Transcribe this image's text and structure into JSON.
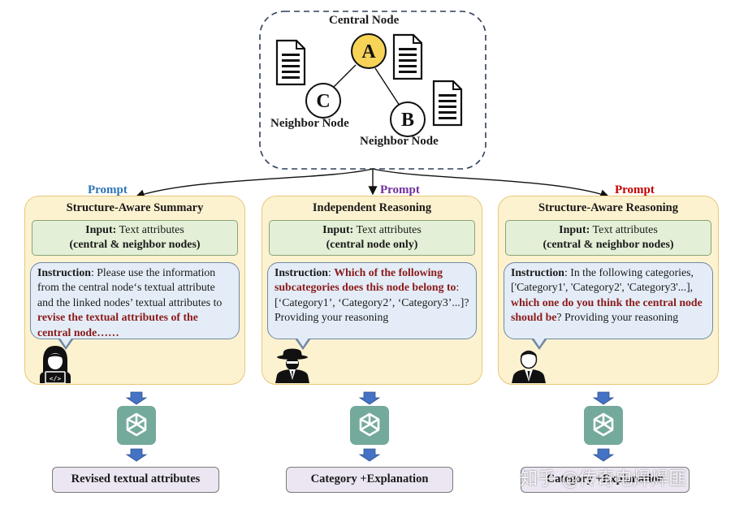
{
  "graph": {
    "central_label": "Central Node",
    "node_a": "A",
    "node_b": "B",
    "node_c": "C",
    "neighbor_label_c": "Neighbor Node",
    "neighbor_label_b": "Neighbor Node"
  },
  "columns": [
    {
      "prompt_label": "Prompt",
      "prompt_color": "#2e75b6",
      "title": "Structure-Aware Summary",
      "input_label": "Input:",
      "input_text": "Text attributes",
      "input_scope": "(central & neighbor nodes)",
      "instruction_lead": "Instruction",
      "instruction_parts": [
        ": Please use the information from the central node‘s textual attribute and the linked nodes’ textual attributes to ",
        "revise the textual attributes of the central node……"
      ],
      "output": "Revised textual attributes"
    },
    {
      "prompt_label": "Prompt",
      "prompt_color": "#7030a0",
      "title": "Independent Reasoning",
      "input_label": "Input:",
      "input_text": "Text attributes",
      "input_scope": "(central node only)",
      "instruction_lead": "Instruction",
      "instruction_parts": [
        ": ",
        "Which of the following subcategories does this node belong to",
        ": [‘Category1’, ‘Category2’, ‘Category3’...]? Providing your reasoning"
      ],
      "output": "Category +Explanation"
    },
    {
      "prompt_label": "Prompt",
      "prompt_color": "#c00000",
      "title": "Structure-Aware Reasoning",
      "input_label": "Input:",
      "input_text": "Text attributes",
      "input_scope": "(central & neighbor nodes)",
      "instruction_lead": "Instruction",
      "instruction_parts": [
        ": In the following categories, ['Category1', 'Category2', 'Category3'...], ",
        "which one do you think the central node should be",
        "? Providing your reasoning"
      ],
      "output": "Category +Explanation"
    }
  ],
  "icons": {
    "document": "document-icon",
    "chatgpt": "chatgpt-logo-icon",
    "arrow": "down-arrow-icon",
    "person_1": "coder-woman-icon",
    "person_2": "detective-icon",
    "person_3": "businessman-icon"
  },
  "watermark": "知乎 @传奇电焊焊匪",
  "colors": {
    "column_fill": "#fdf2cf",
    "input_fill": "#e3efd6",
    "instruction_fill": "#e4edf7",
    "highlight_text": "#8b1a1a",
    "node_a_fill": "#f7d358",
    "gpt_tile": "#74aa9c",
    "arrow_blue": "#4472c4"
  }
}
